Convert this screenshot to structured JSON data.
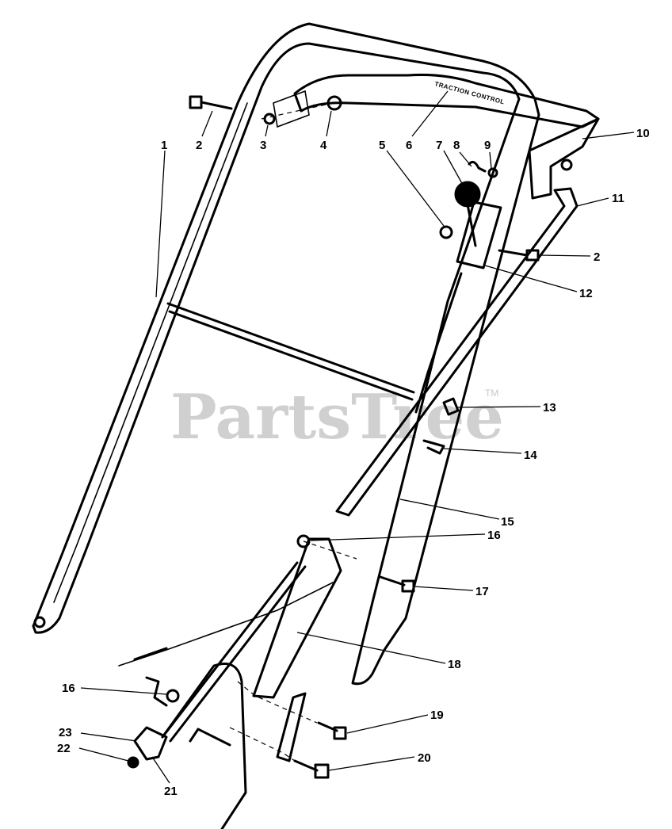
{
  "diagram": {
    "plate_text": "TRACTION CONTROL",
    "watermark": "PartsTree",
    "trademark": "TM",
    "callouts": [
      {
        "id": "c1",
        "text": "1"
      },
      {
        "id": "c2a",
        "text": "2"
      },
      {
        "id": "c3",
        "text": "3"
      },
      {
        "id": "c4",
        "text": "4"
      },
      {
        "id": "c5",
        "text": "5"
      },
      {
        "id": "c6",
        "text": "6"
      },
      {
        "id": "c7",
        "text": "7"
      },
      {
        "id": "c8",
        "text": "8"
      },
      {
        "id": "c9",
        "text": "9"
      },
      {
        "id": "c10",
        "text": "10"
      },
      {
        "id": "c11",
        "text": "11"
      },
      {
        "id": "c2b",
        "text": "2"
      },
      {
        "id": "c12",
        "text": "12"
      },
      {
        "id": "c13",
        "text": "13"
      },
      {
        "id": "c14",
        "text": "14"
      },
      {
        "id": "c15",
        "text": "15"
      },
      {
        "id": "c16a",
        "text": "16"
      },
      {
        "id": "c17",
        "text": "17"
      },
      {
        "id": "c18",
        "text": "18"
      },
      {
        "id": "c16b",
        "text": "16"
      },
      {
        "id": "c19",
        "text": "19"
      },
      {
        "id": "c23",
        "text": "23"
      },
      {
        "id": "c22",
        "text": "22"
      },
      {
        "id": "c20",
        "text": "20"
      },
      {
        "id": "c21",
        "text": "21"
      }
    ]
  }
}
